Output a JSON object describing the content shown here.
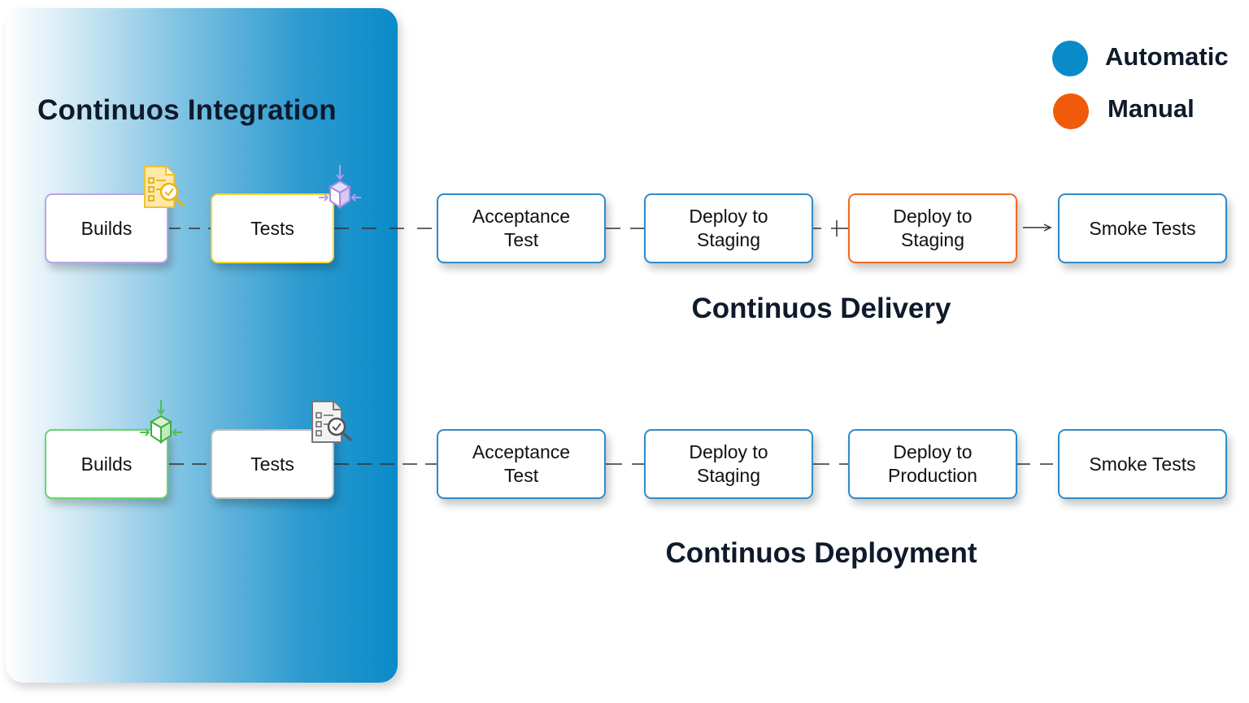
{
  "legend": {
    "automatic": {
      "label": "Automatic",
      "color": "#0a8bc9"
    },
    "manual": {
      "label": "Manual",
      "color": "#f05a0a"
    }
  },
  "ci": {
    "title": "Continuos Integration",
    "row1": {
      "builds": "Builds",
      "tests": "Tests"
    },
    "row2": {
      "builds": "Builds",
      "tests": "Tests"
    }
  },
  "delivery": {
    "title": "Continuos Delivery",
    "steps": [
      {
        "label1": "Acceptance",
        "label2": "Test"
      },
      {
        "label1": "Deploy to",
        "label2": "Staging"
      },
      {
        "label1": "Deploy to",
        "label2": "Staging"
      },
      {
        "label1": "Smoke Tests",
        "label2": ""
      }
    ]
  },
  "deployment": {
    "title": "Continuos Deployment",
    "steps": [
      {
        "label1": "Acceptance",
        "label2": "Test"
      },
      {
        "label1": "Deploy to",
        "label2": "Staging"
      },
      {
        "label1": "Deploy to",
        "label2": "Production"
      },
      {
        "label1": "Smoke Tests",
        "label2": ""
      }
    ]
  }
}
